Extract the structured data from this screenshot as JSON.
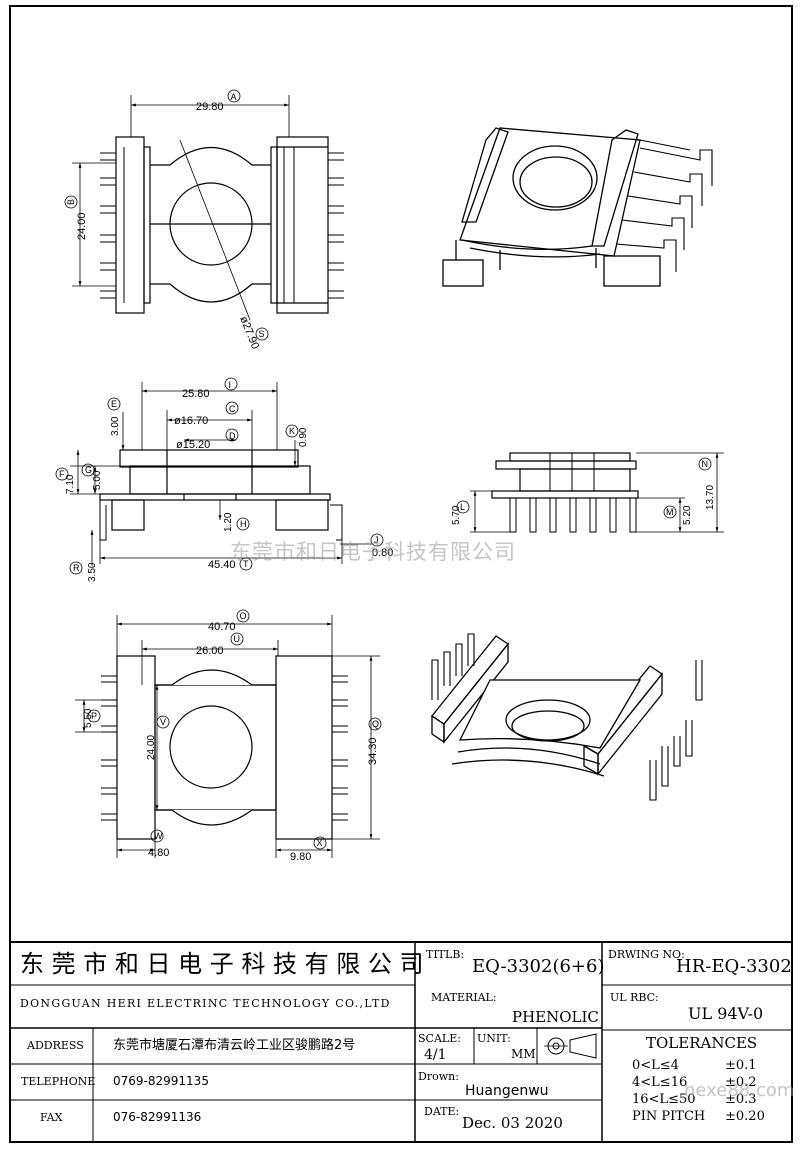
{
  "drawing": {
    "dim_29_80": "29.80",
    "tag_a": "A",
    "dim_24_00": "24.00",
    "tag_b": "B",
    "dim_27_90": "ø27.90",
    "tag_s": "S",
    "dim_25_80": "25.80",
    "tag_i": "I",
    "dim_16_70": "ø16.70",
    "tag_c": "C",
    "dim_15_20": "ø15.20",
    "tag_d": "D",
    "dim_3_00": "3.00",
    "tag_e": "E",
    "dim_0_90": "0.90",
    "tag_k": "K",
    "dim_7_10": "7.10",
    "tag_f": "F",
    "dim_5_00": "5.00",
    "tag_g": "G",
    "dim_1_20": "1.20",
    "tag_h": "H",
    "dim_0_80": "0.80",
    "tag_j": "J",
    "dim_3_50": "3.50",
    "tag_r": "R",
    "dim_45_40": "45.40",
    "tag_t": "T",
    "dim_5_70": "5.70",
    "tag_l": "L",
    "dim_5_20": "5.20",
    "tag_m": "M",
    "dim_13_70": "13.70",
    "tag_n": "N",
    "dim_40_70": "40.70",
    "tag_o": "O",
    "dim_26_00": "26.00",
    "tag_u": "U",
    "dim_5_50": "5.50",
    "tag_p": "P",
    "dim_24_00b": "24.00",
    "tag_v": "V",
    "dim_34_30": "34.30",
    "tag_q": "Q",
    "dim_4_80": "4.80",
    "tag_w": "W",
    "dim_9_80": "9.80",
    "tag_x": "X"
  },
  "watermark": "东莞市和日电子科技有限公司",
  "watermark_site": "hexe88.com",
  "title_block": {
    "company_cn": "东 莞 市 和 日 电 子 科 技 有 限 公 司",
    "company_en": "DONGGUAN HERI ELECTRINC TECHNOLOGY CO.,LTD",
    "titlb_label": "TITLB:",
    "titlb_value": "EQ-3302(6+6)",
    "drwing_label": "DRWING NO:",
    "drwing_value": "HR-EQ-3302",
    "material_label": "MATERIAL:",
    "material_value": "PHENOLIC",
    "ul_label": "UL  RBC:",
    "ul_value": "UL 94V-0",
    "address_label": "ADDRESS",
    "address_value": "东莞市塘厦石潭布清云岭工业区骏鹏路2号",
    "telephone_label": "TELEPHONE",
    "telephone_value": "0769-82991135",
    "fax_label": "FAX",
    "fax_value": "076-82991136",
    "scale_label": "SCALE:",
    "scale_value": "4/1",
    "unit_label": "UNIT:",
    "unit_value": "MM",
    "drawn_label": "Drown:",
    "drawn_value": "Huangenwu",
    "date_label": "DATE:",
    "date_value": "Dec. 03 2020",
    "tolerances_title": "TOLERANCES",
    "tolerances": [
      {
        "range": "0<L≤4",
        "value": "±0.1"
      },
      {
        "range": "4<L≤16",
        "value": "±0.2"
      },
      {
        "range": "16<L≤50",
        "value": "±0.3"
      },
      {
        "range": "PIN PITCH",
        "value": "±0.20"
      }
    ]
  }
}
